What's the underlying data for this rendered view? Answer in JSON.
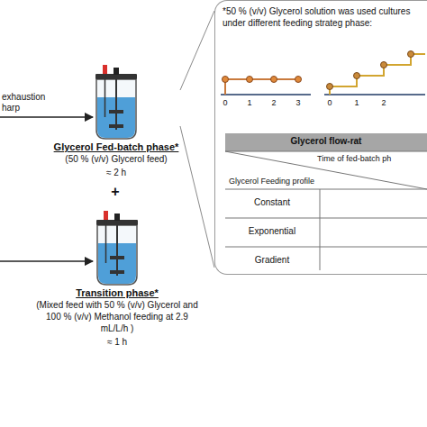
{
  "diagram": {
    "nodes": [
      {
        "text": [
          "Glycerol Fed-batch phase*",
          "(50 % (v/v) Glycerol feed)",
          "≈ 2 h"
        ]
      },
      {
        "text": [
          "Transition phase*",
          "(Mixed feed with 50 % (v/v) Glycerol and 100 % (v/v) Methanol feeding at 2.9 mL/L/h )",
          "≈ 1 h"
        ]
      },
      {
        "text": [
          "*50 % (v/v) Glycerol solution was used cultures under different feeding strateg phase:"
        ]
      }
    ],
    "edges": [
      {
        "from": 0,
        "to": 2,
        "arrow": "none"
      }
    ],
    "labels": [
      "exhaustion",
      "harp",
      "+",
      "0",
      "1",
      "2",
      "3",
      "0",
      "1",
      "2",
      "Glycerol flow-rat",
      "Time of fed-batch ph",
      "Glycerol Feeding profile",
      "Constant",
      "Exponential",
      "Gradient"
    ]
  }
}
